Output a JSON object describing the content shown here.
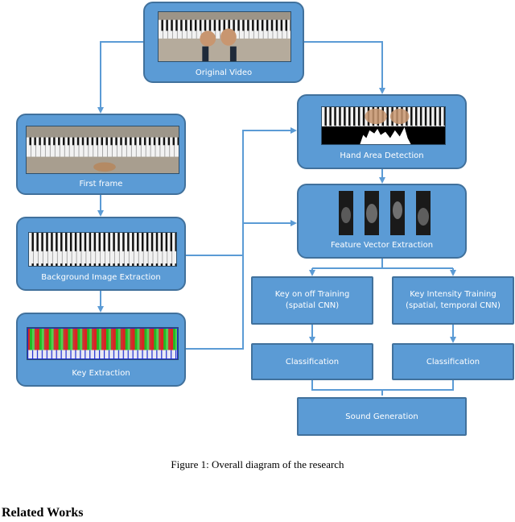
{
  "figure": {
    "nodes": {
      "original_video": "Original Video",
      "first_frame": "First frame",
      "background_extraction": "Background Image Extraction",
      "key_extraction": "Key Extraction",
      "hand_area_detection": "Hand Area Detection",
      "feature_vector_extraction": "Feature Vector Extraction",
      "key_onoff_training": "Key on off Training\n(spatial CNN)",
      "key_intensity_training": "Key Intensity Training\n(spatial, temporal CNN)",
      "classification_left": "Classification",
      "classification_right": "Classification",
      "sound_generation": "Sound Generation"
    },
    "caption": "Figure 1: Overall diagram of the research"
  },
  "section_title": "Related Works",
  "colors": {
    "box_fill": "#5b9bd5",
    "box_border": "#41719c",
    "arrow": "#5b9bd5"
  }
}
